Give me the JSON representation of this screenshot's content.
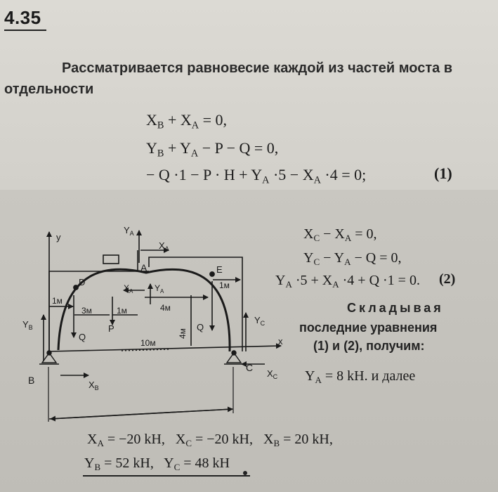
{
  "problem_number": "4.35",
  "intro": {
    "line1": "Рассматривается равновесие каждой из частей моста в",
    "line2": "отдельности"
  },
  "system1": {
    "eq1": {
      "a": "X",
      "a_sub": "B",
      "b": " + X",
      "b_sub": "A",
      "c": " = 0,"
    },
    "eq2": {
      "a": "Y",
      "a_sub": "B",
      "b": " + Y",
      "b_sub": "A",
      "c": " − P − Q = 0,"
    },
    "eq3": {
      "a": "− Q ·1 − P · H + Y",
      "a_sub": "A",
      "b": " ·5 − X",
      "b_sub": "A",
      "c": " ·4 = 0;"
    },
    "tag": "(1)"
  },
  "system2": {
    "eq1": {
      "a": "X",
      "a_sub": "C",
      "b": " − X",
      "b_sub": "A",
      "c": " = 0,"
    },
    "eq2": {
      "a": "Y",
      "a_sub": "C",
      "b": " − Y",
      "b_sub": "A",
      "c": " − Q = 0,"
    },
    "eq3": {
      "a": "Y",
      "a_sub": "A",
      "b": " ·5 + X",
      "b_sub": "A",
      "c": " ·4 + Q ·1 = 0."
    },
    "tag": "(2)"
  },
  "side_text": {
    "line1": "Складывая",
    "line2": "последние уравнения",
    "line3": "(1) и (2), получим:"
  },
  "result_ya": {
    "a": "Y",
    "a_sub": "A",
    "c": " = 8 kH. и далее"
  },
  "results_line1": {
    "xa": "X",
    "xa_sub": "A",
    "xa_val": " = −20 kH,",
    "xc": "X",
    "xc_sub": "C",
    "xc_val": " = −20 kH,",
    "xb": "X",
    "xb_sub": "B",
    "xb_val": " = 20 kH,"
  },
  "results_line2": {
    "yb": "Y",
    "yb_sub": "B",
    "yb_val": " = 52 kH,",
    "yc": "Y",
    "yc_sub": "C",
    "yc_val": " = 48 kH"
  },
  "figure": {
    "y_axis": "y",
    "x_axis": "x",
    "ya_top": "Y",
    "ya_top_sub": "A",
    "xa_top": "X",
    "xa_top_sub": "A",
    "point_a": "A",
    "point_d": "D",
    "point_e": "E",
    "point_b": "B",
    "point_c": "C",
    "dim_1m_left": "1м",
    "dim_1m_right": "1м",
    "dim_3m": "3м",
    "dim_1m_mid": "1м",
    "dim_4m_h": "4м",
    "dim_4m_v": "4м",
    "dim_10m": "10м",
    "xa_mid": "X",
    "xa_mid_sub": "A",
    "ya_mid": "Y",
    "ya_mid_sub": "A",
    "force_p": "P",
    "force_q_left": "Q",
    "force_q_right": "Q",
    "yb": "Y",
    "yb_sub": "B",
    "yc": "Y",
    "yc_sub": "C",
    "xb": "X",
    "xb_sub": "B",
    "xc": "X",
    "xc_sub": "C"
  }
}
